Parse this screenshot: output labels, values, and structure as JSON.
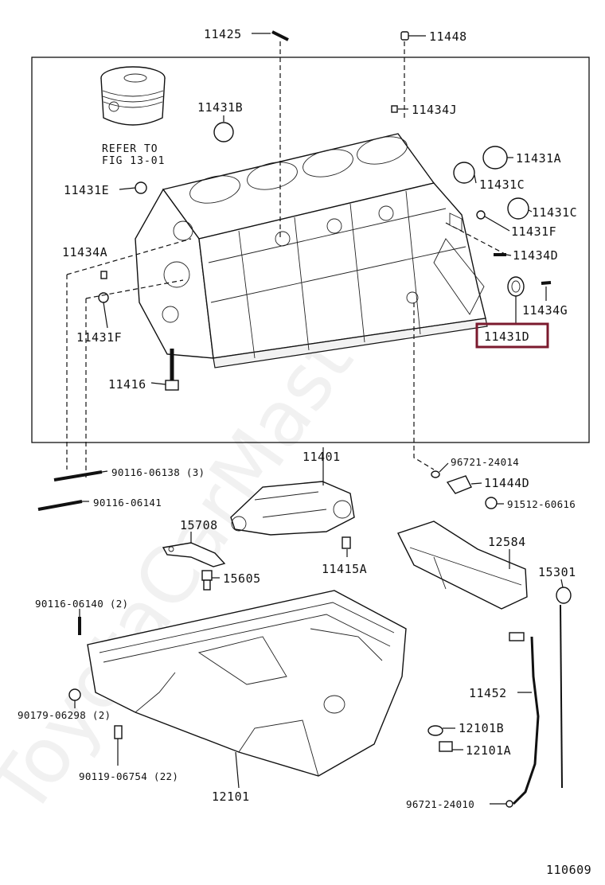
{
  "diagram": {
    "reference": [
      "REFER TO",
      "FIG 13-01"
    ],
    "figure_number": "110609",
    "watermark": "ToyotaCarMaster.ru",
    "highlight_color": "#7b1a2e",
    "highlighted_part": "11431D",
    "labels": {
      "p11425": "11425",
      "p11448": "11448",
      "p11431B": "11431B",
      "p11434J": "11434J",
      "p11431A": "11431A",
      "p11431E": "11431E",
      "p11431C_a": "11431C",
      "p11431C_b": "11431C",
      "p11431F_r": "11431F",
      "p11434A": "11434A",
      "p11434D": "11434D",
      "p11434G": "11434G",
      "p11431D": "11431D",
      "p11431F_l": "11431F",
      "p11416": "11416",
      "p11401": "11401",
      "p90116_06138": "90116-06138 (3)",
      "p90116_06141": "90116-06141",
      "p96721_24014": "96721-24014",
      "p11444D": "11444D",
      "p91512_60616": "91512-60616",
      "p15708": "15708",
      "p15605": "15605",
      "p11415A": "11415A",
      "p12584": "12584",
      "p15301": "15301",
      "p90116_06140": "90116-06140 (2)",
      "p11452": "11452",
      "p90179_06298": "90179-06298 (2)",
      "p12101B": "12101B",
      "p12101A": "12101A",
      "p90119_06754": "90119-06754 (22)",
      "p12101": "12101",
      "p96721_24010": "96721-24010"
    }
  }
}
